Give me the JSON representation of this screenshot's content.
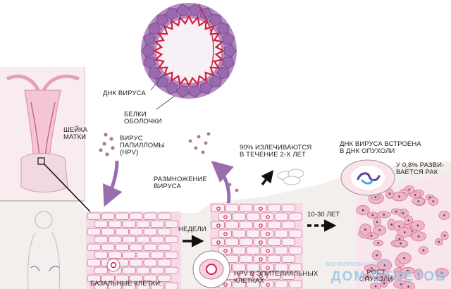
{
  "labels": {
    "dna_virus": "ДНК ВИРУСА",
    "proteins": "БЕЛКИ\nОБОЛОЧКИ",
    "cervix": "ШЕЙКА\nМАТКИ",
    "hpv_virus": "ВИРУС\nПАПИЛЛОМЫ\n(HPV)",
    "replication": "РАЗМНОЖЕНИЕ\nВИРУСА",
    "cured": "90% ИЗЛЕЧИВАЮТСЯ\nВ ТЕЧЕНИЕ 2-Х ЛЕТ",
    "dna_integrated": "ДНК ВИРУСА ВСТРОЕНА\nВ ДНК ОПУХОЛИ",
    "cancer_rate": "У 0,8% РАЗВИ-\nВАЕТСЯ РАК",
    "weeks": "НЕДЕЛИ",
    "years": "10-30 ЛЕТ",
    "hpv_in_cells": "HPV В ЭПИТЕЛИАЛЬНЫХ\nКЛЕТКАХ",
    "tumor_growth": "РОСТ\nОПУХОЛИ",
    "basal_cells": "БАЗАЛЬНЫЕ КЛЕТКИ,"
  },
  "watermark": {
    "small": "ВСЕ ВОПРОСЫ И ОТВЕТЫ",
    "big": "ДОМ ОТВЕТОВ"
  },
  "colors": {
    "virus_body": "#a879b8",
    "virus_core": "#f7f0f7",
    "dna": "#d21f3c",
    "tissue_pink": "#f6dbe6",
    "cell_outline": "#c8709a",
    "arrow_purple": "#9a6cb0",
    "tumor_cell": "#f0b4c4",
    "watermark": "#8fc4e6"
  }
}
